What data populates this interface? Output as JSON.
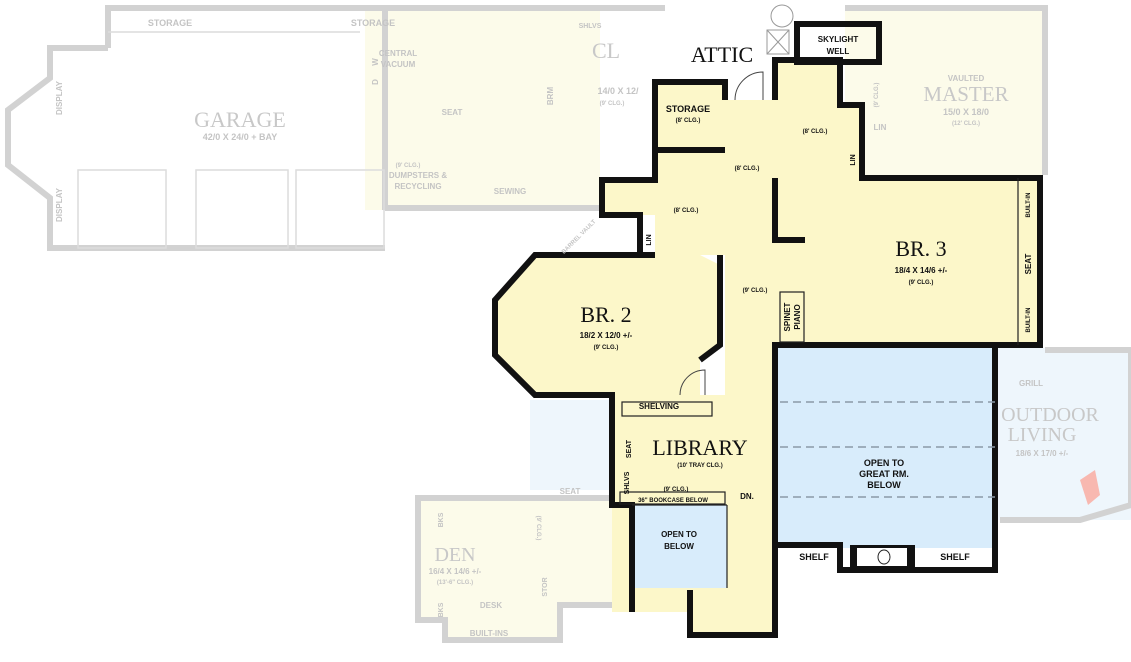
{
  "colors": {
    "active_floor": "#fcf7c9",
    "faded_floor": "#fcfbea",
    "open_below": "#d8ecfb",
    "faded_blue": "#eef6fc",
    "wall": "#111111",
    "faded_wall": "#d2d2d2",
    "fireplace_accent": "#f8b8b0"
  },
  "faded_rooms": {
    "garage": {
      "name": "GARAGE",
      "size": "42/0 X 24/0 + BAY"
    },
    "storage_1": "STORAGE",
    "storage_2": "STORAGE",
    "display_1": "DISPLAY",
    "display_2": "DISPLAY",
    "central_vacuum": [
      "CENTRAL",
      "VACUUM"
    ],
    "dumpsters": [
      "DUMPSTERS &",
      "RECYCLING"
    ],
    "seat": "SEAT",
    "w": "W",
    "d": "D",
    "brm": "BRM",
    "shlvs": "SHLVS",
    "club": {
      "name": "CL",
      "size": "14/0 X 12/",
      "ceiling": "(9' CLG.)"
    },
    "laundry_ceiling": "(9' CLG.)",
    "sewing": "SEWING",
    "barrel_vault": "BARREL VAULT",
    "master": {
      "prefix": "VAULTED",
      "name": "MASTER",
      "size": "15/0 X 18/0",
      "ceiling": "(12' CLG.)"
    },
    "master_lin": "LIN",
    "master_clg": "(9' CLG.)",
    "outdoor": {
      "name_1": "OUTDOOR",
      "name_2": "LIVING",
      "size": "18/6 X 17/0 +/-",
      "grill": "GRILL"
    },
    "seat_2": "SEAT",
    "den": {
      "name": "DEN",
      "size": "16/4 X 14/6 +/-",
      "ceiling": "(13'-6\" CLG.)",
      "bks_1": "BKS",
      "bks_2": "BKS",
      "desk": "DESK",
      "builtins": "BUILT-INS",
      "stor": "STOR",
      "clg": "(9' CLG.)"
    }
  },
  "rooms": {
    "attic": "ATTIC",
    "skylight": [
      "SKYLIGHT",
      "WELL"
    ],
    "storage": {
      "name": "STORAGE",
      "ceiling": "(8' CLG.)"
    },
    "hall_upper_ceiling": "(8' CLG.)",
    "bath2_ceiling": "(8' CLG.)",
    "bath2_lin": "LIN",
    "master_bath_ceiling": "(8' CLG.)",
    "master_bath_lin": "LIN",
    "br2": {
      "name": "BR. 2",
      "size": "18/2 X 12/0 +/-",
      "ceiling": "(9' CLG.)"
    },
    "hall_ceiling": "(9' CLG.)",
    "spinet": [
      "SPINET",
      "PIANO"
    ],
    "br3": {
      "name": "BR. 3",
      "size": "18/4 X 14/6 +/-",
      "ceiling": "(9' CLG.)",
      "builtin_1": "BUILT-IN",
      "builtin_2": "BUILT-IN",
      "seat": "SEAT"
    },
    "library": {
      "name": "LIBRARY",
      "ceiling": "(10' TRAY CLG.)",
      "shelving": "SHELVING",
      "seat": "SEAT",
      "shlvs": "SHLVS",
      "clg": "(9' CLG.)",
      "bookcase": "36\" BOOKCASE BELOW"
    },
    "stairs": "DN.",
    "open_below": [
      "OPEN TO",
      "BELOW"
    ],
    "great_room": [
      "OPEN TO",
      "GREAT RM.",
      "BELOW"
    ],
    "shelf_1": "SHELF",
    "shelf_2": "SHELF"
  }
}
